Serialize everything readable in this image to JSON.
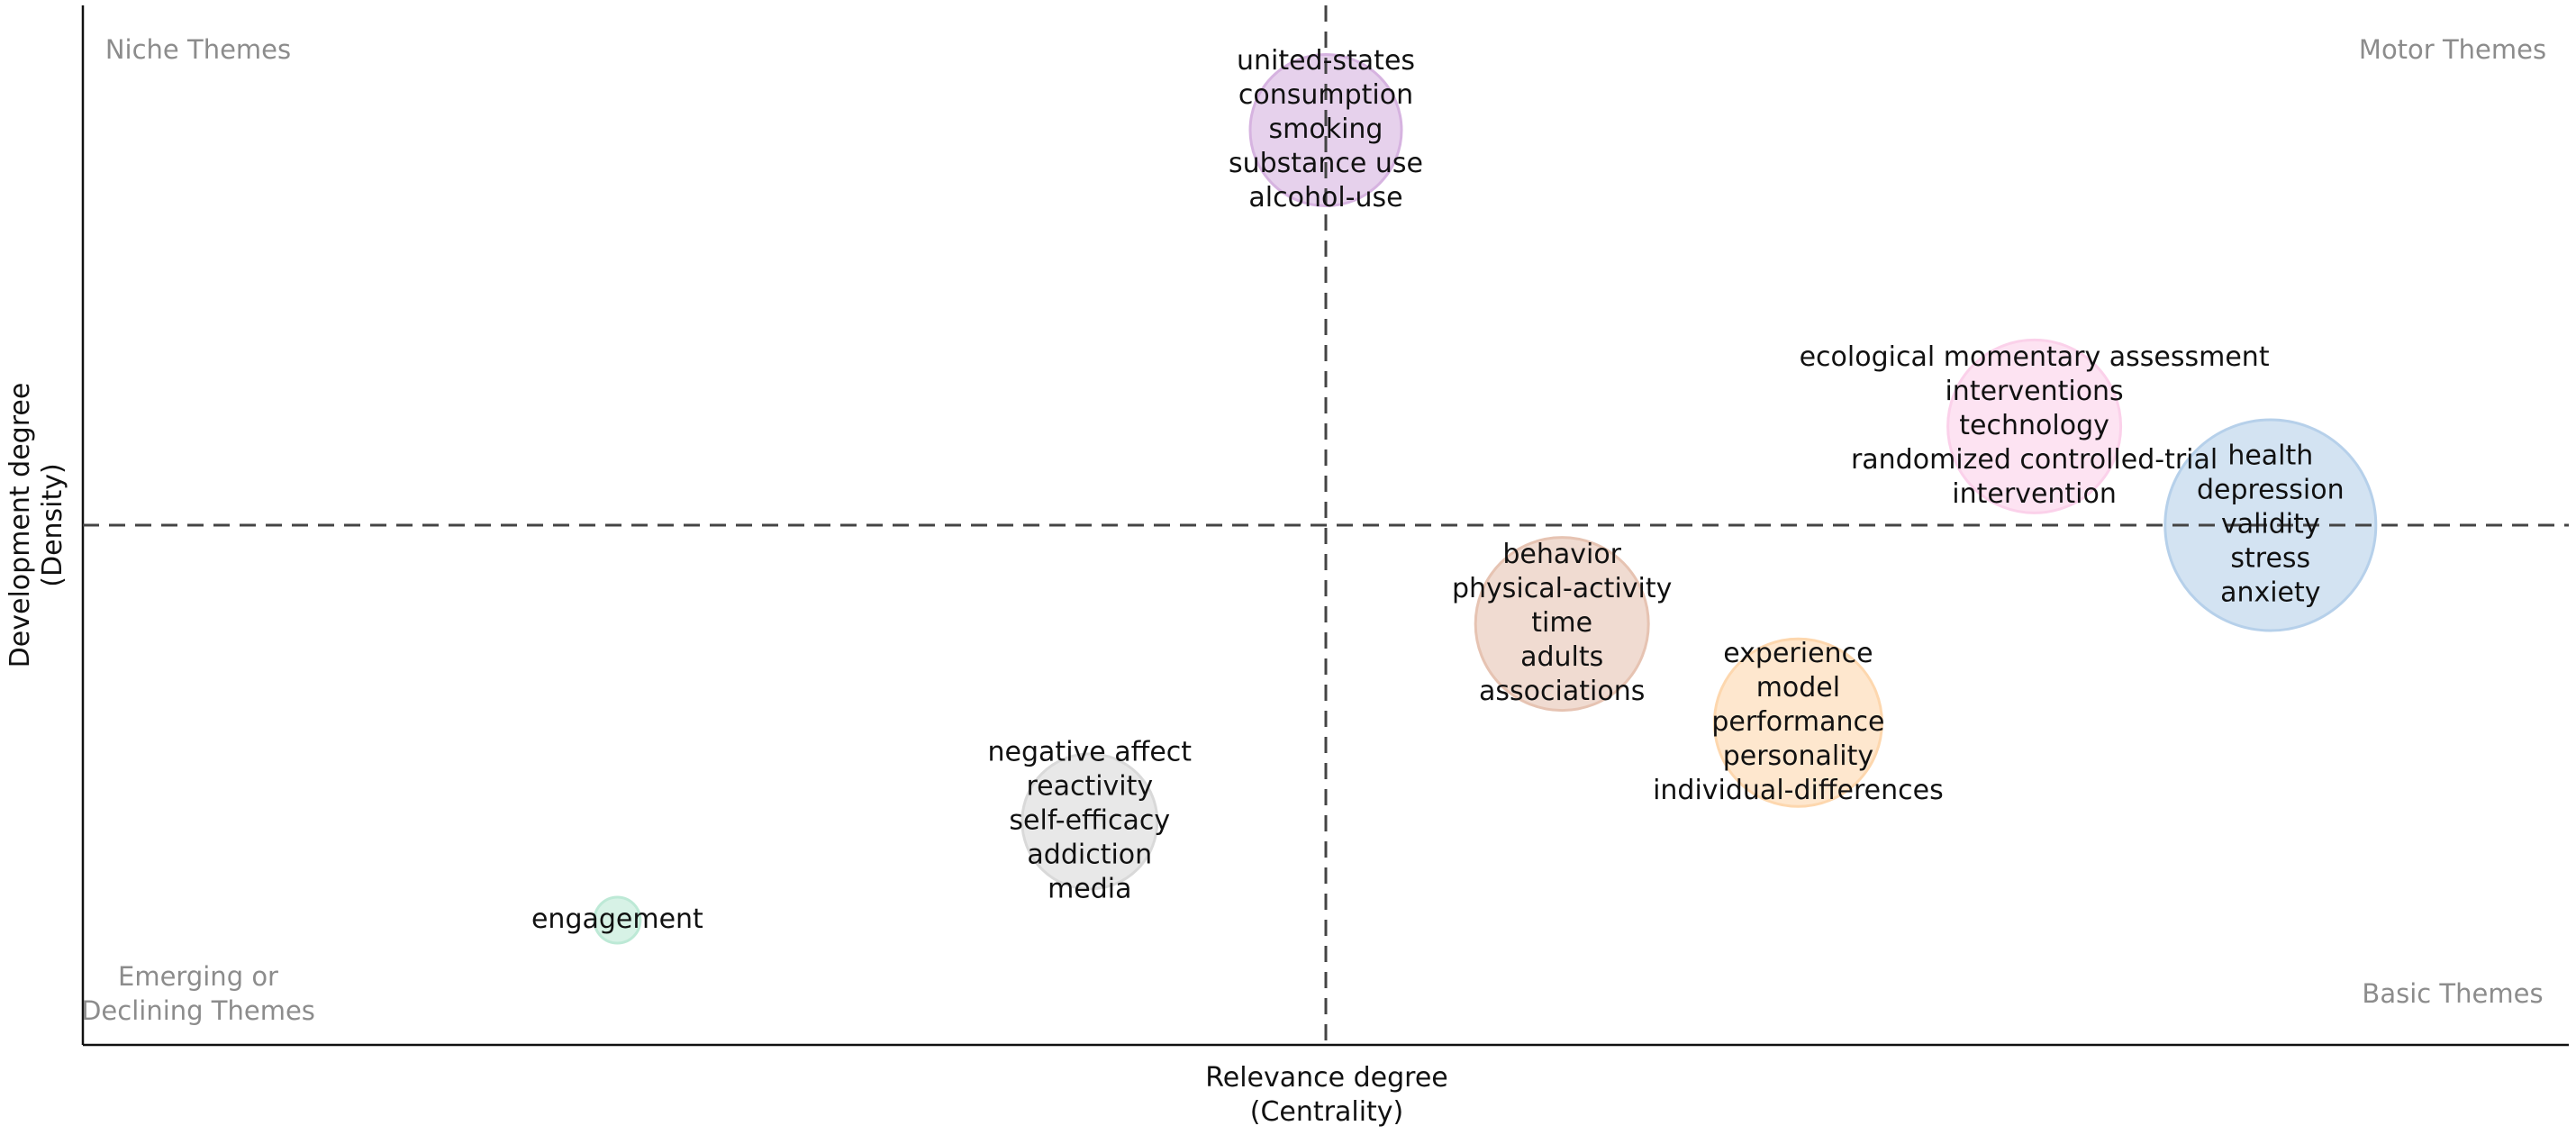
{
  "chart_data": {
    "type": "scatter",
    "title": "",
    "xlabel": [
      "Relevance degree",
      "(Centrality)"
    ],
    "ylabel": [
      "Development degree",
      "(Density)"
    ],
    "xlim": [
      0,
      1
    ],
    "ylim": [
      0,
      1
    ],
    "axis_ticks": "none",
    "reference_lines": {
      "x": 0.5,
      "y": 0.5,
      "style": "dashed"
    },
    "quadrant_labels": {
      "top_left": [
        "Niche Themes"
      ],
      "top_right": [
        "Motor Themes"
      ],
      "bottom_left": [
        "Emerging or",
        "Declining Themes"
      ],
      "bottom_right": [
        "Basic Themes"
      ]
    },
    "clusters": [
      {
        "x": 0.5,
        "y": 0.88,
        "size": 0.56,
        "color": "#d6b3e0",
        "terms": [
          "united-states",
          "consumption",
          "smoking",
          "substance use",
          "alcohol-use"
        ]
      },
      {
        "x": 0.785,
        "y": 0.595,
        "size": 0.64,
        "color": "#fbd1ea",
        "terms": [
          "ecological momentary assessment",
          "interventions",
          "technology",
          "randomized controlled-trial",
          "intervention"
        ]
      },
      {
        "x": 0.88,
        "y": 0.5,
        "size": 0.78,
        "color": "#b6d0ea",
        "terms": [
          "health",
          "depression",
          "validity",
          "stress",
          "anxiety"
        ]
      },
      {
        "x": 0.595,
        "y": 0.405,
        "size": 0.64,
        "color": "#e6c3b2",
        "terms": [
          "behavior",
          "physical-activity",
          "time",
          "adults",
          "associations"
        ]
      },
      {
        "x": 0.69,
        "y": 0.31,
        "size": 0.62,
        "color": "#fdd7ae",
        "terms": [
          "experience",
          "model",
          "performance",
          "personality",
          "individual-differences"
        ]
      },
      {
        "x": 0.405,
        "y": 0.215,
        "size": 0.5,
        "color": "#d9d9d9",
        "terms": [
          "negative affect",
          "reactivity",
          "self-efficacy",
          "addiction",
          "media"
        ]
      },
      {
        "x": 0.215,
        "y": 0.12,
        "size": 0.17,
        "color": "#bde9d6",
        "terms": [
          "engagement"
        ]
      }
    ]
  }
}
